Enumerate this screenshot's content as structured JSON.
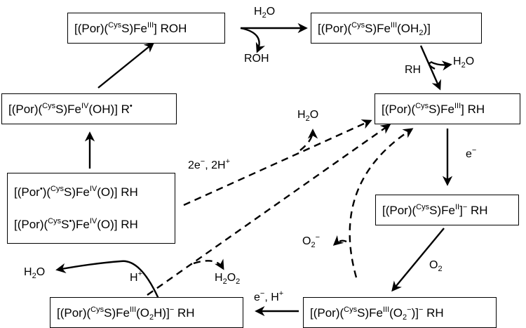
{
  "species": {
    "resting": {
      "pre": "[(Por)(",
      "sup1": "Cys",
      "mid": "S)Fe",
      "sup2": "III",
      "post": "(OH",
      "sub": "2",
      "end": ")]"
    },
    "substrate_bound": {
      "pre": "[(Por)(",
      "sup1": "Cys",
      "mid": "S)Fe",
      "sup2": "III",
      "post": "] RH"
    },
    "ferrous": {
      "pre": "[(Por)(",
      "sup1": "Cys",
      "mid": "S)Fe",
      "sup2": "II",
      "post": "]",
      "sup3": "−",
      "end": " RH"
    },
    "superoxo": {
      "pre": "[(Por)(",
      "sup1": "Cys",
      "mid": "S)Fe",
      "sup2": "III",
      "post": "(O",
      "sub": "2",
      "sup3": "−",
      "end": ")]",
      "sup4": "−",
      "tail": " RH"
    },
    "hydroperoxo": {
      "pre": "[(Por)(",
      "sup1": "Cys",
      "mid": "S)Fe",
      "sup2": "III",
      "post": "(O",
      "sub": "2",
      "end": "H)]",
      "sup3": "−",
      "tail": " RH"
    },
    "compound1_a": {
      "pre": "[(Por",
      "sup0": "•",
      "mid0": ")(",
      "sup1": "Cys",
      "mid": "S)Fe",
      "sup2": "IV",
      "post": "(O)] RH"
    },
    "compound1_b": {
      "pre": "[(Por)(",
      "sup1": "Cys",
      "mid": "S",
      "sup0": "•",
      "mid2": ")Fe",
      "sup2": "IV",
      "post": "(O)] RH"
    },
    "compound2": {
      "pre": "[(Por)(",
      "sup1": "Cys",
      "mid": "S)Fe",
      "sup2": "IV",
      "post": "(OH)] R",
      "sup3": "•"
    },
    "product": {
      "pre": "[(Por)(",
      "sup1": "Cys",
      "mid": "S)Fe",
      "sup2": "III",
      "post": "] ROH"
    }
  },
  "labels": {
    "h2o_top_in": {
      "t": "H",
      "sub": "2",
      "t2": "O"
    },
    "roh_out": {
      "t": "ROH"
    },
    "rh_in": {
      "t": "RH"
    },
    "h2o_right_out": {
      "t": "H",
      "sub": "2",
      "t2": "O"
    },
    "e_minus": {
      "t": "e",
      "sup": "−"
    },
    "o2_in": {
      "t": "O",
      "sub": "2"
    },
    "e_h": {
      "t": "e",
      "sup": "−",
      "t2": ", H",
      "sup2": "+"
    },
    "hplus": {
      "t": "H",
      "sup": "+"
    },
    "h2o_left_out": {
      "t": "H",
      "sub": "2",
      "t2": "O"
    },
    "h2o2_out": {
      "t": "H",
      "sub": "2",
      "t2": "O",
      "sub2": "2"
    },
    "superoxide_out": {
      "t": "O",
      "sub": "2",
      "sup": "−"
    },
    "shunt_2e": {
      "t": "2e",
      "sup": "−",
      "t2": ", 2H",
      "sup2": "+"
    },
    "h2o_shunt_out": {
      "t": "H",
      "sub": "2",
      "t2": "O"
    }
  }
}
